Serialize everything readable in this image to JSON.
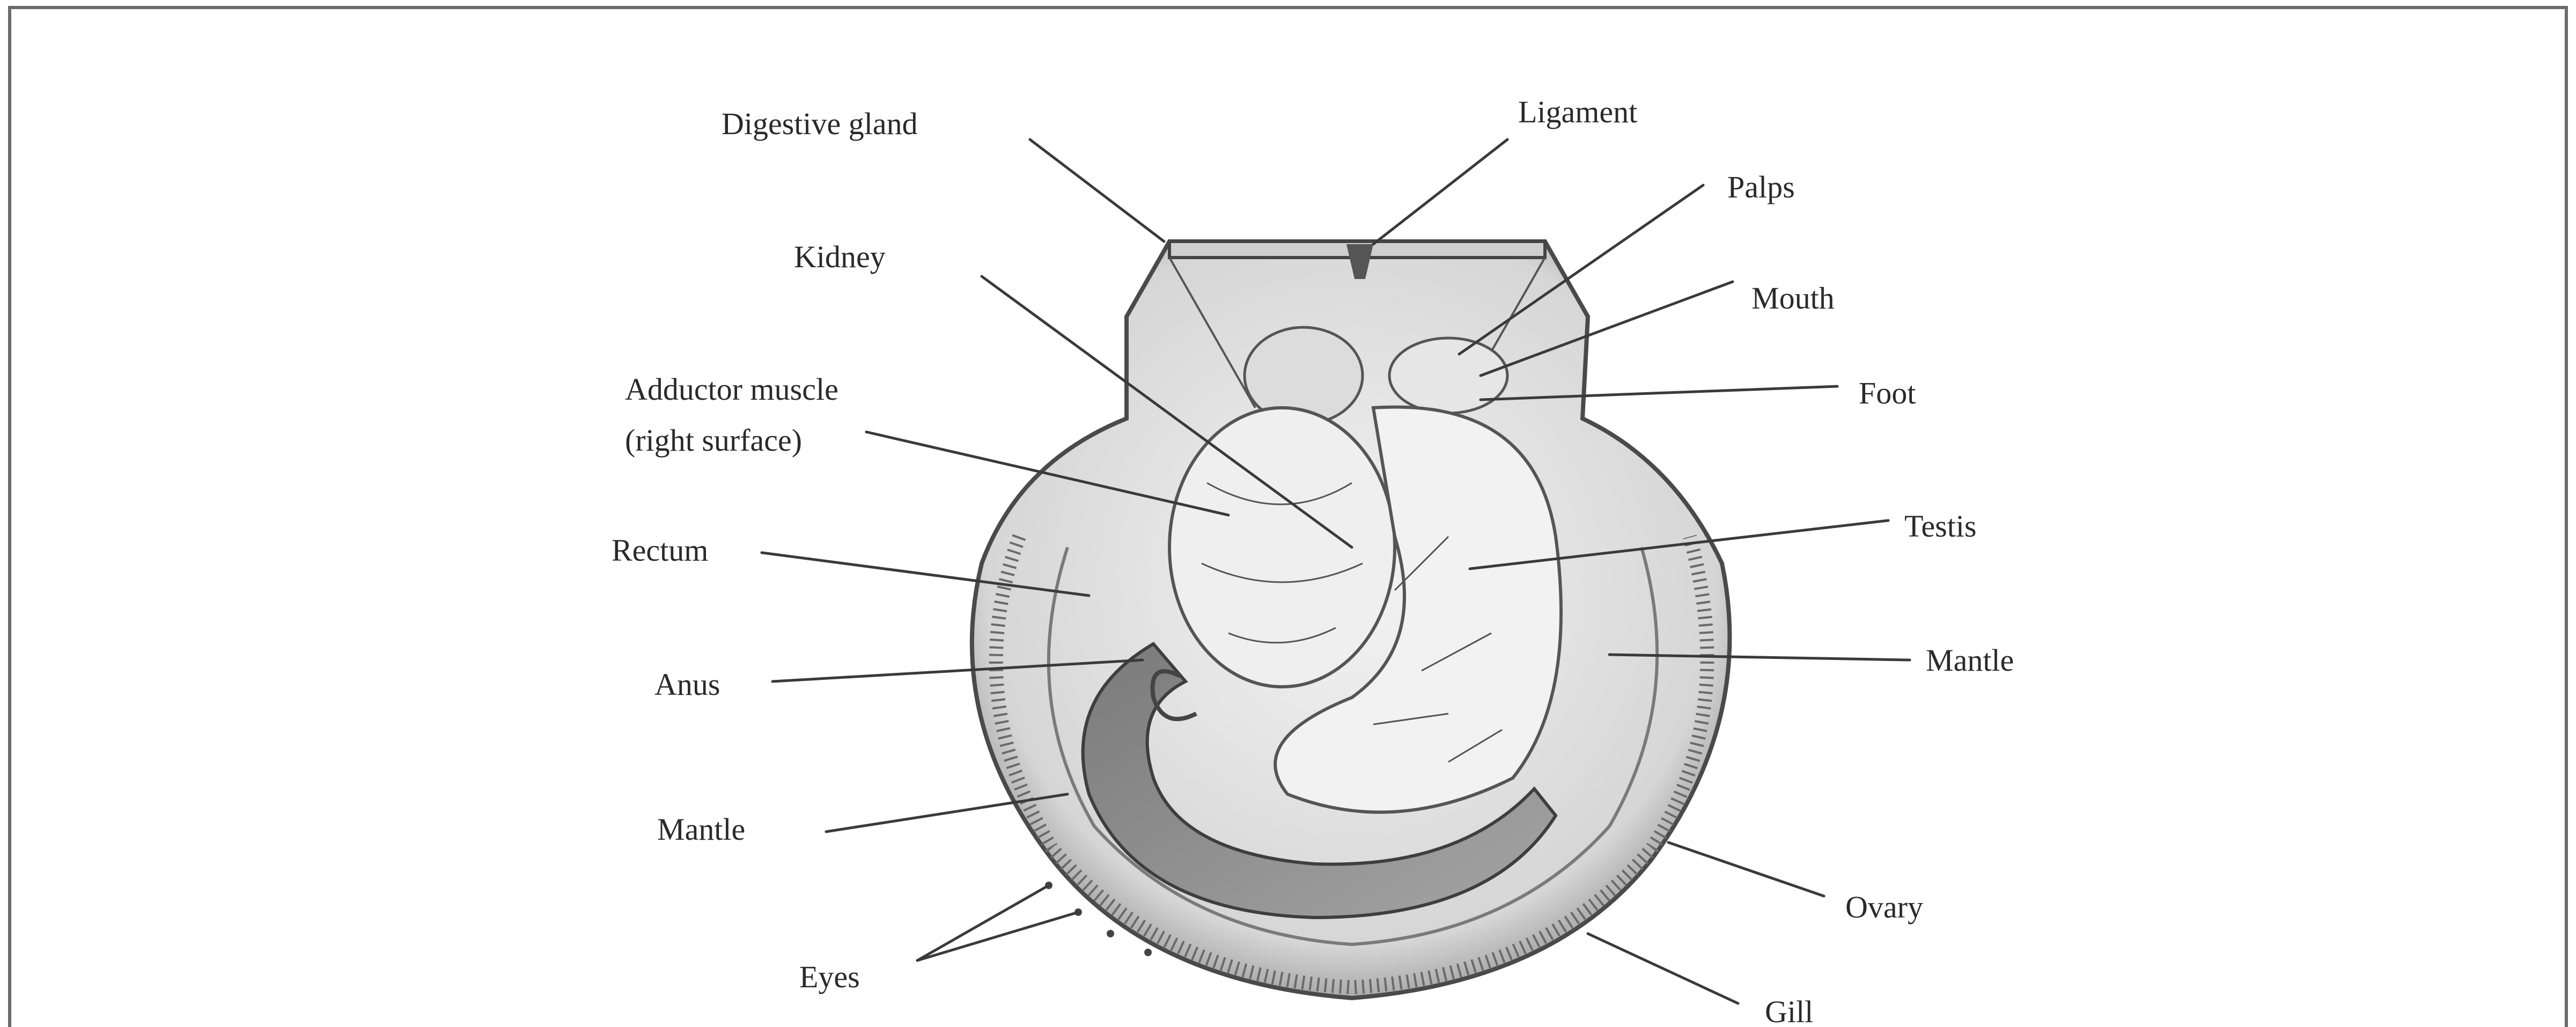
{
  "figure": {
    "labels": {
      "digestive_gland": "Digestive gland",
      "ligament": "Ligament",
      "palps": "Palps",
      "kidney": "Kidney",
      "mouth": "Mouth",
      "adductor_line1": "Adductor muscle",
      "adductor_line2": "(right surface)",
      "foot": "Foot",
      "testis": "Testis",
      "rectum": "Rectum",
      "anus": "Anus",
      "mantle_right": "Mantle",
      "mantle_left": "Mantle",
      "ovary": "Ovary",
      "eyes": "Eyes",
      "gill": "Gill"
    }
  }
}
